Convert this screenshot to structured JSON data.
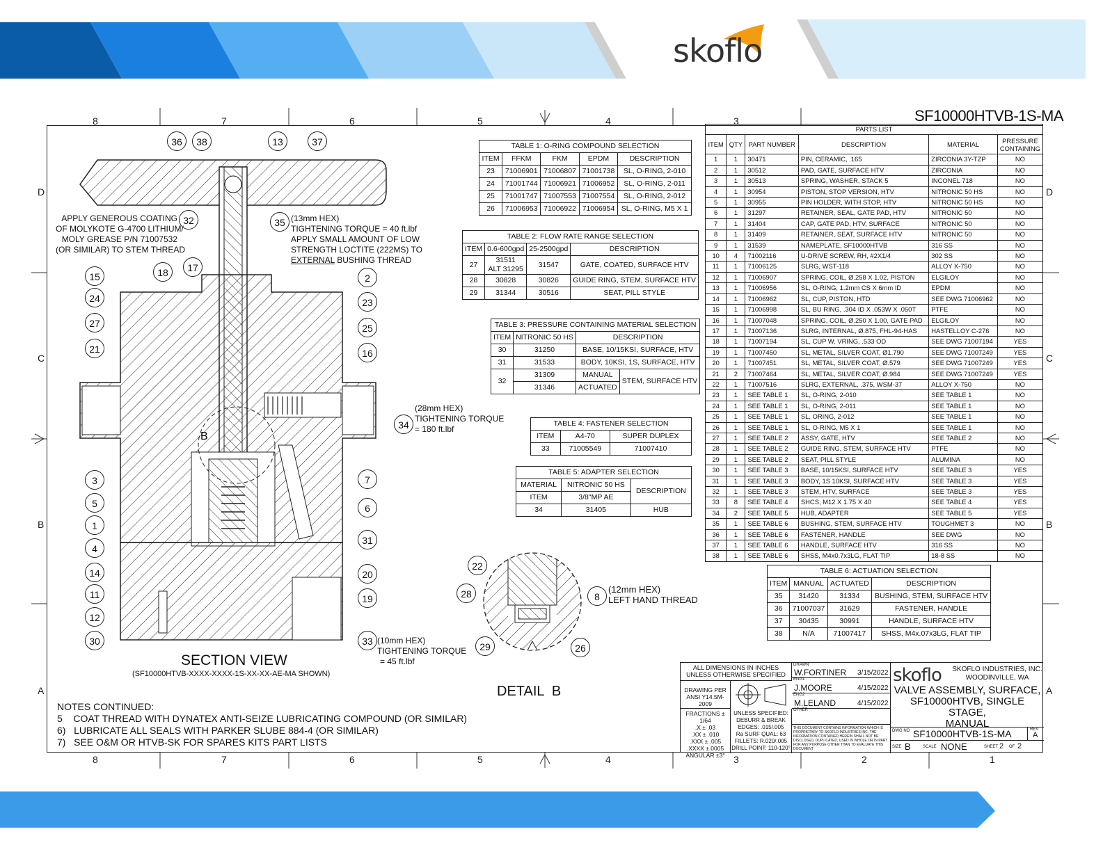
{
  "brand": {
    "logo": "skoflo",
    "accent": "#f39c12",
    "blue_dark": "#0a5ca8",
    "blue_mid": "#2a8ee6",
    "blue_light": "#bfe3f7"
  },
  "drawing_number_top": "SF10000HTVB-1S-MA",
  "zones_top": [
    "8",
    "7",
    "6",
    "5",
    "4",
    "3"
  ],
  "zones_bottom": [
    "8",
    "7",
    "6",
    "5",
    "4",
    "3",
    "2",
    "1"
  ],
  "zones_side": [
    "D",
    "C",
    "B",
    "A"
  ],
  "callouts": {
    "molykote": [
      "APPLY GENEROUS COATING",
      "OF MOLYKOTE G-4700 LITHIUM/",
      "MOLY GREASE P/N 71007532",
      "(OR SIMILAR) TO STEM THREAD"
    ],
    "hex13": [
      "(13mm HEX)",
      "TIGHTENING TORQUE = 40 ft.lbf",
      "APPLY SMALL AMOUNT OF LOW",
      "STRENGTH LOCTITE (222MS) TO"
    ],
    "external_word": "EXTERNAL",
    "bushing_thread": " BUSHING THREAD",
    "hex28": [
      "(28mm HEX)",
      "TIGHTENING TORQUE",
      "= 180 ft.lbf"
    ],
    "hex10": [
      "(10mm HEX)",
      "TIGHTENING TORQUE",
      "= 45 ft.lbf"
    ],
    "hex12": [
      "(12mm HEX)",
      "LEFT HAND THREAD"
    ]
  },
  "section_view_title": "SECTION VIEW",
  "section_view_sub": "(SF10000HTVB-XXXX-XXXX-1S-XX-XX-AE-MA SHOWN)",
  "detail_title": "DETAIL  B",
  "detail_letter": "B",
  "notes": {
    "title": "NOTES CONTINUED:",
    "items": [
      "5    COAT THREAD WITH DYNATEX ANTI-SEIZE LUBRICATING COMPOUND (OR SIMILAR)",
      "6)   LUBRICATE ALL SEALS WITH PARKER SLUBE 884-4 (OR SIMILAR)",
      "7)   SEE O&M OR HTVB-SK FOR SPARES KITS PART LISTS"
    ]
  },
  "table1": {
    "title": "TABLE 1: O-RING COMPOUND SELECTION",
    "headers": [
      "ITEM",
      "FFKM",
      "FKM",
      "EPDM",
      "DESCRIPTION"
    ],
    "rows": [
      [
        "23",
        "71006901",
        "71006807",
        "71001738",
        "SL, O-RING, 2-010"
      ],
      [
        "24",
        "71001744",
        "71006921",
        "71006952",
        "SL, O-RING, 2-011"
      ],
      [
        "25",
        "71001747",
        "71007553",
        "71007554",
        "SL, O-RING, 2-012"
      ],
      [
        "26",
        "71006953",
        "71006922",
        "71006954",
        "SL, O-RING, M5 X 1"
      ]
    ]
  },
  "table2": {
    "title": "TABLE 2: FLOW RATE RANGE SELECTION",
    "headers": [
      "ITEM",
      "0.6-600gpd",
      "25-2500gpd",
      "DESCRIPTION"
    ],
    "rows": [
      [
        "27",
        "31511",
        "ALT 31295",
        "31547",
        "GATE, COATED, SURFACE HTV"
      ],
      [
        "28",
        "30828",
        "",
        "30826",
        "GUIDE RING, STEM, SURFACE HTV"
      ],
      [
        "29",
        "31344",
        "",
        "30516",
        "SEAT, PILL STYLE"
      ]
    ]
  },
  "table3": {
    "title": "TABLE 3: PRESSURE CONTAINING MATERIAL SELECTION",
    "headers": [
      "ITEM",
      "NITRONIC 50 HS",
      "DESCRIPTION"
    ],
    "rows": [
      [
        "30",
        "31250",
        "BASE, 10/15KSI, SURFACE, HTV"
      ],
      [
        "31",
        "31533",
        "BODY, 10KSI, 1S, SURFACE, HTV"
      ]
    ],
    "row32": {
      "item": "32",
      "a": "31309",
      "a_label": "MANUAL",
      "b": "31346",
      "b_label": "ACTUATED",
      "desc": "STEM, SURFACE HTV"
    }
  },
  "table4": {
    "title": "TABLE 4: FASTENER SELECTION",
    "headers": [
      "ITEM",
      "A4-70",
      "SUPER DUPLEX"
    ],
    "rows": [
      [
        "33",
        "71005549",
        "71007410"
      ]
    ]
  },
  "table5": {
    "title": "TABLE 5: ADAPTER SELECTION",
    "h1": "MATERIAL",
    "h2": "NITRONIC 50 HS",
    "h3": "DESCRIPTION",
    "h4": "ITEM",
    "h5": "3/8\"MP AE",
    "row": [
      "34",
      "31405",
      "HUB"
    ]
  },
  "table6": {
    "title": "TABLE 6: ACTUATION SELECTION",
    "headers": [
      "ITEM",
      "MANUAL",
      "ACTUATED",
      "DESCRIPTION"
    ],
    "rows": [
      [
        "35",
        "31420",
        "31334",
        "BUSHING, STEM, SURFACE HTV"
      ],
      [
        "36",
        "71007037",
        "31629",
        "FASTENER, HANDLE"
      ],
      [
        "37",
        "30435",
        "30991",
        "HANDLE, SURFACE HTV"
      ],
      [
        "38",
        "N/A",
        "71007417",
        "SHSS, M4x.07x3LG, FLAT TIP"
      ]
    ]
  },
  "parts_list": {
    "title": "PARTS LIST",
    "headers": [
      "ITEM",
      "QTY",
      "PART NUMBER",
      "DESCRIPTION",
      "MATERIAL",
      "PRESSURE CONTAINING"
    ],
    "rows": [
      [
        "1",
        "1",
        "30471",
        "PIN, CERAMIC, .165",
        "ZIRCONIA 3Y-TZP",
        "NO"
      ],
      [
        "2",
        "1",
        "30512",
        "PAD, GATE, SURFACE HTV",
        "ZIRCONIA",
        "NO"
      ],
      [
        "3",
        "1",
        "30513",
        "SPRING, WASHER, STACK 5",
        "INCONEL 718",
        "NO"
      ],
      [
        "4",
        "1",
        "30954",
        "PISTON, STOP VERSION, HTV",
        "NITRONIC 50 HS",
        "NO"
      ],
      [
        "5",
        "1",
        "30955",
        "PIN HOLDER, WITH STOP, HTV",
        "NITRONIC 50 HS",
        "NO"
      ],
      [
        "6",
        "1",
        "31297",
        "RETAINER, SEAL, GATE PAD, HTV",
        "NITRONIC 50",
        "NO"
      ],
      [
        "7",
        "1",
        "31404",
        "CAP, GATE PAD, HTV, SURFACE",
        "NITRONIC 50",
        "NO"
      ],
      [
        "8",
        "1",
        "31409",
        "RETAINER, SEAT, SURFACE HTV",
        "NITRONIC 50",
        "NO"
      ],
      [
        "9",
        "1",
        "31539",
        "NAMEPLATE, SF10000HTVB",
        "316 SS",
        "NO"
      ],
      [
        "10",
        "4",
        "71002116",
        "U-DRIVE SCREW, RH, #2X1/4",
        "302 SS",
        "NO"
      ],
      [
        "11",
        "1",
        "71006125",
        "SLRG, WST-118",
        "ALLOY  X-750",
        "NO"
      ],
      [
        "12",
        "1",
        "71006907",
        "SPRING, COIL, Ø.258 X 1.02, PISTON",
        "ELGILOY",
        "NO"
      ],
      [
        "13",
        "1",
        "71006956",
        "SL, O-RING, 1.2mm CS X 6mm ID",
        "EPDM",
        "NO"
      ],
      [
        "14",
        "1",
        "71006962",
        "SL, CUP, PISTON, HTD",
        "SEE DWG 71006962",
        "NO"
      ],
      [
        "15",
        "1",
        "71006998",
        "SL, BU RING, .304 ID X .053W X .050T",
        "PTFE",
        "NO"
      ],
      [
        "16",
        "1",
        "71007048",
        "SPRING, COIL, Ø.250 X 1.00, GATE PAD",
        "ELGILOY",
        "NO"
      ],
      [
        "17",
        "1",
        "71007136",
        "SLRG, INTERNAL, Ø.875, FHL-94-HAS",
        "HASTELLOY C-276",
        "NO"
      ],
      [
        "18",
        "1",
        "71007194",
        "SL, CUP W. VRING, .533 OD",
        "SEE DWG 71007194",
        "YES"
      ],
      [
        "19",
        "1",
        "71007450",
        "SL, METAL, SILVER COAT, Ø1.790",
        "SEE DWG 71007249",
        "YES"
      ],
      [
        "20",
        "1",
        "71007451",
        "SL, METAL, SILVER COAT, Ø.579",
        "SEE DWG 71007249",
        "YES"
      ],
      [
        "21",
        "2",
        "71007464",
        "SL, METAL, SILVER COAT, Ø.984",
        "SEE DWG 71007249",
        "YES"
      ],
      [
        "22",
        "1",
        "71007516",
        "SLRG, EXTERNAL, .375, WSM-37",
        "ALLOY  X-750",
        "NO"
      ],
      [
        "23",
        "1",
        "SEE TABLE 1",
        "SL, O-RING, 2-010",
        "SEE TABLE 1",
        "NO"
      ],
      [
        "24",
        "1",
        "SEE TABLE 1",
        "SL, O-RING, 2-011",
        "SEE TABLE 1",
        "NO"
      ],
      [
        "25",
        "1",
        "SEE TABLE 1",
        "SL, ORING, 2-012",
        "SEE TABLE 1",
        "NO"
      ],
      [
        "26",
        "1",
        "SEE TABLE 1",
        "SL, O-RING, M5 X 1",
        "SEE TABLE 1",
        "NO"
      ],
      [
        "27",
        "1",
        "SEE TABLE 2",
        "ASSY, GATE, HTV",
        "SEE TABLE 2",
        "NO"
      ],
      [
        "28",
        "1",
        "SEE TABLE 2",
        "GUIDE RING, STEM, SURFACE HTV",
        "PTFE",
        "NO"
      ],
      [
        "29",
        "1",
        "SEE TABLE 2",
        "SEAT, PILL STYLE",
        "ALUMINA",
        "NO"
      ],
      [
        "30",
        "1",
        "SEE TABLE 3",
        "BASE, 10/15KSI, SURFACE HTV",
        "SEE TABLE 3",
        "YES"
      ],
      [
        "31",
        "1",
        "SEE TABLE 3",
        "BODY, 1S 10KSI, SURFACE HTV",
        "SEE TABLE 3",
        "YES"
      ],
      [
        "32",
        "1",
        "SEE TABLE 3",
        "STEM, HTV, SURFACE",
        "SEE TABLE 3",
        "YES"
      ],
      [
        "33",
        "8",
        "SEE TABLE 4",
        "SHCS, M12 X 1.75 X 40",
        "SEE TABLE 4",
        "YES"
      ],
      [
        "34",
        "2",
        "SEE TABLE 5",
        "HUB, ADAPTER",
        "SEE TABLE 5",
        "YES"
      ],
      [
        "35",
        "1",
        "SEE TABLE 6",
        "BUSHING, STEM, SURFACE HTV",
        "TOUGHMET 3",
        "NO"
      ],
      [
        "36",
        "1",
        "SEE TABLE 6",
        "FASTENER, HANDLE",
        "SEE DWG",
        "NO"
      ],
      [
        "37",
        "1",
        "SEE TABLE 6",
        "HANDLE, SURFACE HTV",
        "316 SS",
        "NO"
      ],
      [
        "38",
        "1",
        "SEE TABLE 6",
        "SHSS, M4x0.7x3LG, FLAT TIP",
        "18-8 SS",
        "NO"
      ]
    ]
  },
  "title_block": {
    "dims": "ALL DIMENSIONS IN INCHES UNLESS OTHERWISE SPECIFIED",
    "drawing_per": "DRAWING PER ANSI Y14.5M-2009",
    "tolerances": [
      "FRACTIONS ± 1/64",
      ".X ± .03",
      ".XX ± .010",
      ".XXX ± .005",
      ".XXXX ±.0005",
      "ANGULAR ±3°"
    ],
    "unless": [
      "UNLESS SPECIFIED:",
      "DEBURR & BREAK",
      "EDGES: .015/.005",
      "Ra SURF QUAL: 63",
      "FILLETS: R.020/.005",
      "DRILL POINT: 110-120°"
    ],
    "drawn_label": "DRAWN",
    "drawn": "W.FORTINER",
    "drawn_date": "3/15/2022",
    "eng1_label": "ENG1",
    "eng1": "J.MOORE",
    "eng1_date": "4/15/2022",
    "eng2_label": "ENG2",
    "eng2": "M.LELAND",
    "eng2_date": "4/15/2022",
    "other_label": "OTHER",
    "proprietary": "THIS DOCUMENT CONTAINS INFORMATION WHICH IS PROPRIETARY TO SKOFLO INDUSTRIES INC. THE INFORMATION CONTAINED HEREIN SHALL NOT BE DISCLOSED, DUPLICATED, USED IN WHOLE OR IN PART FOR ANY PURPOSE OTHER THAN TO EVALUATE THIS DOCUMENT",
    "company": "SKOFLO INDUSTRIES, INC.",
    "city": "WOODINVILLE, WA",
    "title": [
      "VALVE ASSEMBLY, SURFACE,",
      "SF10000HTVB, SINGLE STAGE,",
      "MANUAL"
    ],
    "dwg_label": "DWG NO",
    "dwg": "SF10000HTVB-1S-MA",
    "rev_label": "REV",
    "rev": "A",
    "size_label": "SIZE",
    "size": "B",
    "scale_label": "SCALE",
    "scale": "NONE",
    "sheet_label": "SHEET",
    "sheet": "2",
    "of_label": "OF",
    "of": "2"
  }
}
